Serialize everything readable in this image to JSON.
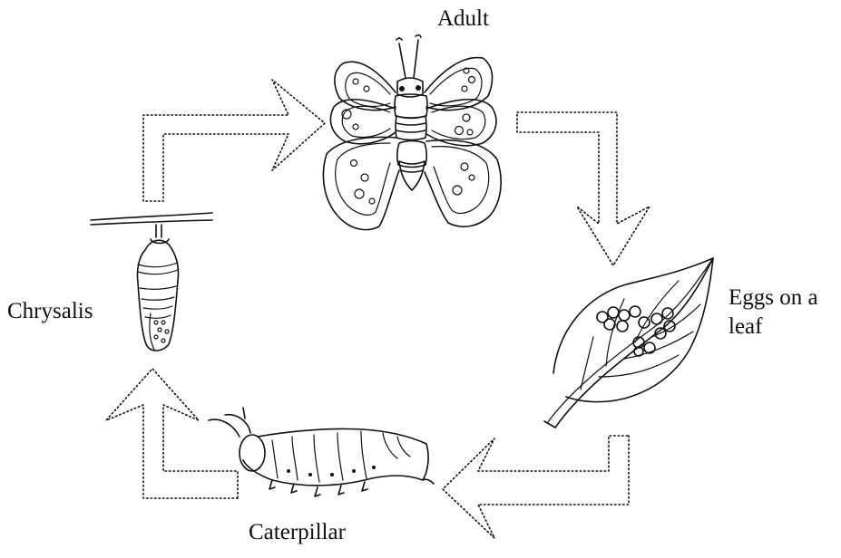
{
  "diagram": {
    "stages": [
      {
        "id": "adult",
        "label": "Adult"
      },
      {
        "id": "eggs",
        "label_line1": "Eggs on a",
        "label_line2": "leaf"
      },
      {
        "id": "caterpillar",
        "label": "Caterpillar"
      },
      {
        "id": "chrysalis",
        "label": "Chrysalis"
      }
    ],
    "cycle_order": [
      "Adult",
      "Eggs on a leaf",
      "Caterpillar",
      "Chrysalis"
    ],
    "icons": {
      "adult": "butterfly-icon",
      "eggs": "leaf-with-eggs-icon",
      "caterpillar": "caterpillar-icon",
      "chrysalis": "chrysalis-icon",
      "arrows": "dotted-arrow-icon"
    },
    "colors": {
      "ink": "#111111",
      "background": "#ffffff"
    }
  }
}
